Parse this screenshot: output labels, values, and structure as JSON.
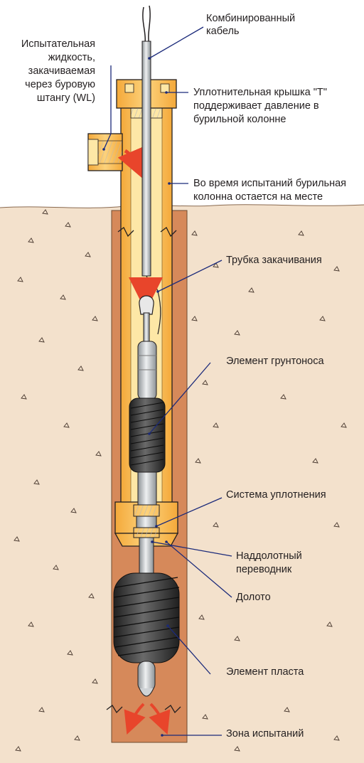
{
  "labels": {
    "combined_cable": [
      "Комбинированный",
      "кабель"
    ],
    "test_fluid": [
      "Испытательная",
      "жидкость,",
      "закачиваемая",
      "через буровую",
      "штангу (WL)"
    ],
    "seal_cap": [
      "Уплотнительная крышка \"T\"",
      "поддерживает давление в",
      "бурильной колонне"
    ],
    "drill_string": [
      "Во время испытаний бурильная",
      "колонна остается на месте"
    ],
    "injection_tube": [
      "Трубка закачивания"
    ],
    "soil_sampler": [
      "Элемент грунтоноса"
    ],
    "seal_system": [
      "Система уплотнения"
    ],
    "bit_sub": [
      "Наддолотный",
      "переводник"
    ],
    "bit": [
      "Долото"
    ],
    "formation_element": [
      "Элемент пласта"
    ],
    "test_zone": [
      "Зона испытаний"
    ]
  },
  "colors": {
    "soil_light": "#f3e1cc",
    "soil_hole": "#d6895a",
    "pipe_yellow": "#fbc25e",
    "pipe_inner": "#fde7a6",
    "tool_gray": "#cfd3d6",
    "packer_dark": "#3a3a3a",
    "leader_blue": "#1b2a7a",
    "arrow_red": "#e8452b",
    "outline": "#231f20"
  }
}
